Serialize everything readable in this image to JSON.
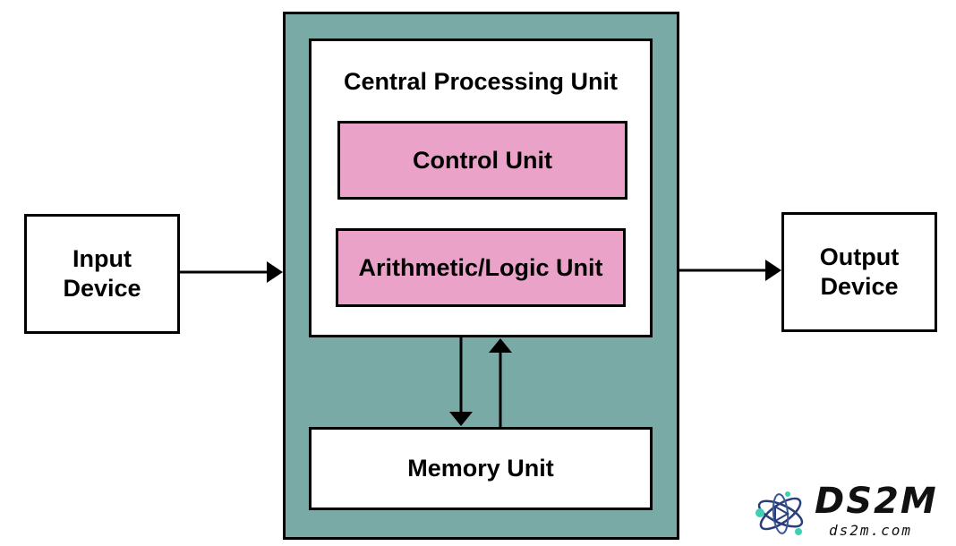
{
  "diagram": {
    "input_device": [
      "Input",
      "Device"
    ],
    "output_device": [
      "Output",
      "Device"
    ],
    "cpu_title": "Central Processing Unit",
    "control_unit": "Control Unit",
    "alu": "Arithmetic/Logic Unit",
    "memory_unit": "Memory Unit"
  },
  "watermark": {
    "brand": "DS2M",
    "site": "ds2m.com"
  },
  "colors": {
    "outer_fill": "#7aaaa5",
    "unit_fill": "#eba2c9",
    "box_fill": "#ffffff",
    "stroke": "#000000"
  },
  "icons": {
    "logo": "atom-logo-icon"
  }
}
